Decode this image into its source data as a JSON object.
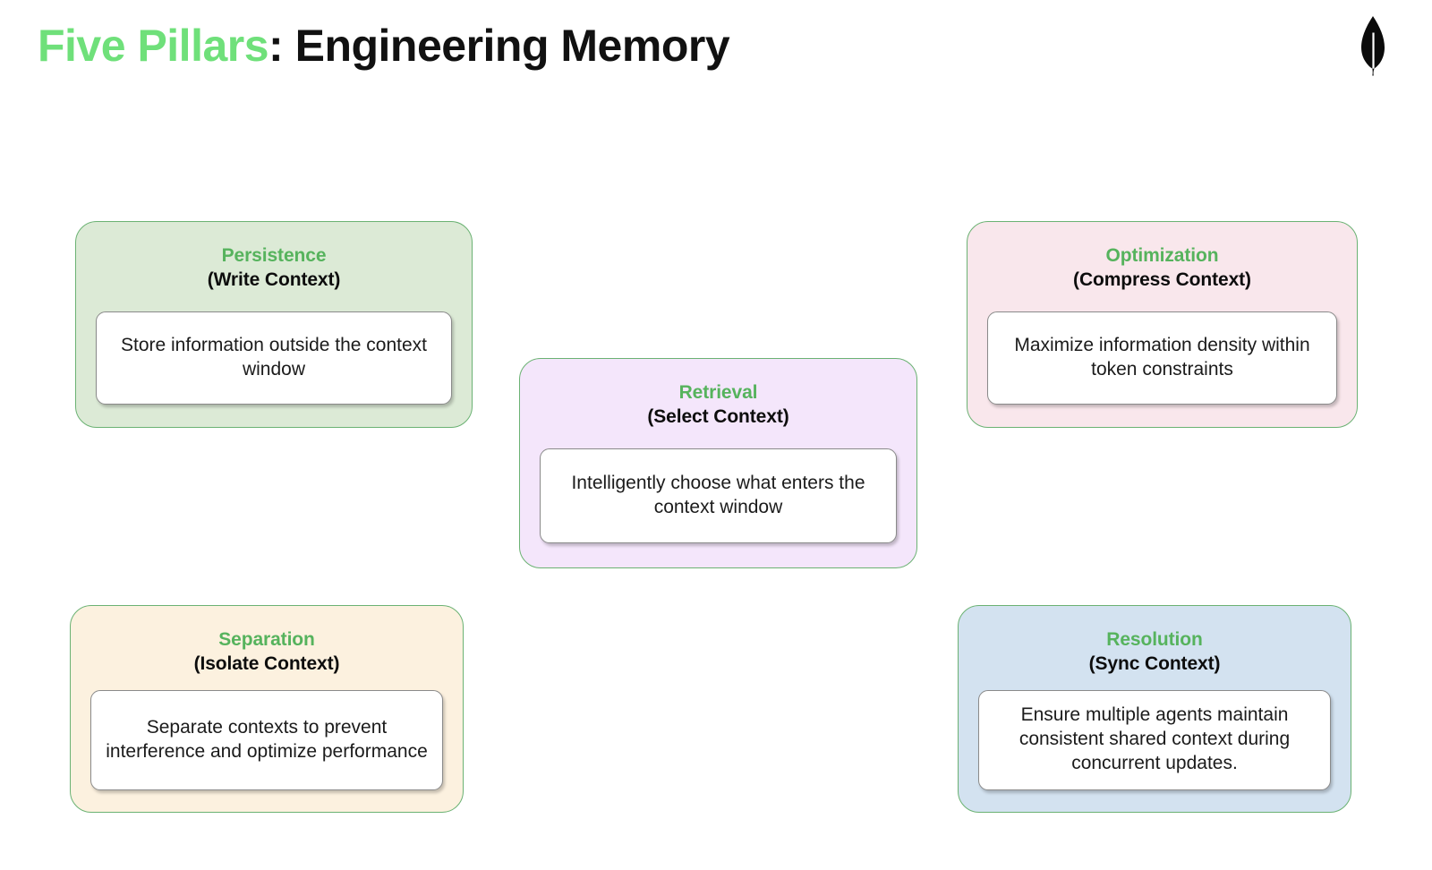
{
  "header": {
    "title_accent": "Five Pillars",
    "title_main": ": Engineering Memory",
    "logo_name": "mongodb-leaf-logo"
  },
  "colors": {
    "title_accent": "#6fe07a",
    "title_main": "#111111",
    "card_border": "#6bb273",
    "card_title": "#56b35d",
    "card_subtitle": "#0d0d0d",
    "inner_box_border": "#8a8a8a",
    "inner_box_background": "#ffffff",
    "page_background": "#ffffff"
  },
  "pillars": [
    {
      "id": "persistence",
      "title": "Persistence",
      "subtitle": "(Write Context)",
      "description": "Store information outside the context window",
      "background": "#dcead6"
    },
    {
      "id": "optimization",
      "title": "Optimization",
      "subtitle": "(Compress Context)",
      "description": "Maximize information density within token constraints",
      "background": "#f9e7ec"
    },
    {
      "id": "retrieval",
      "title": "Retrieval",
      "subtitle": "(Select Context)",
      "description": "Intelligently choose what enters the context window",
      "background": "#f4e6fb"
    },
    {
      "id": "separation",
      "title": "Separation",
      "subtitle": "(Isolate Context)",
      "description": "Separate contexts to prevent interference and optimize performance",
      "background": "#fcf1df"
    },
    {
      "id": "resolution",
      "title": "Resolution",
      "subtitle": "(Sync Context)",
      "description": "Ensure multiple agents maintain consistent shared context during concurrent updates.",
      "background": "#d3e2f0"
    }
  ]
}
